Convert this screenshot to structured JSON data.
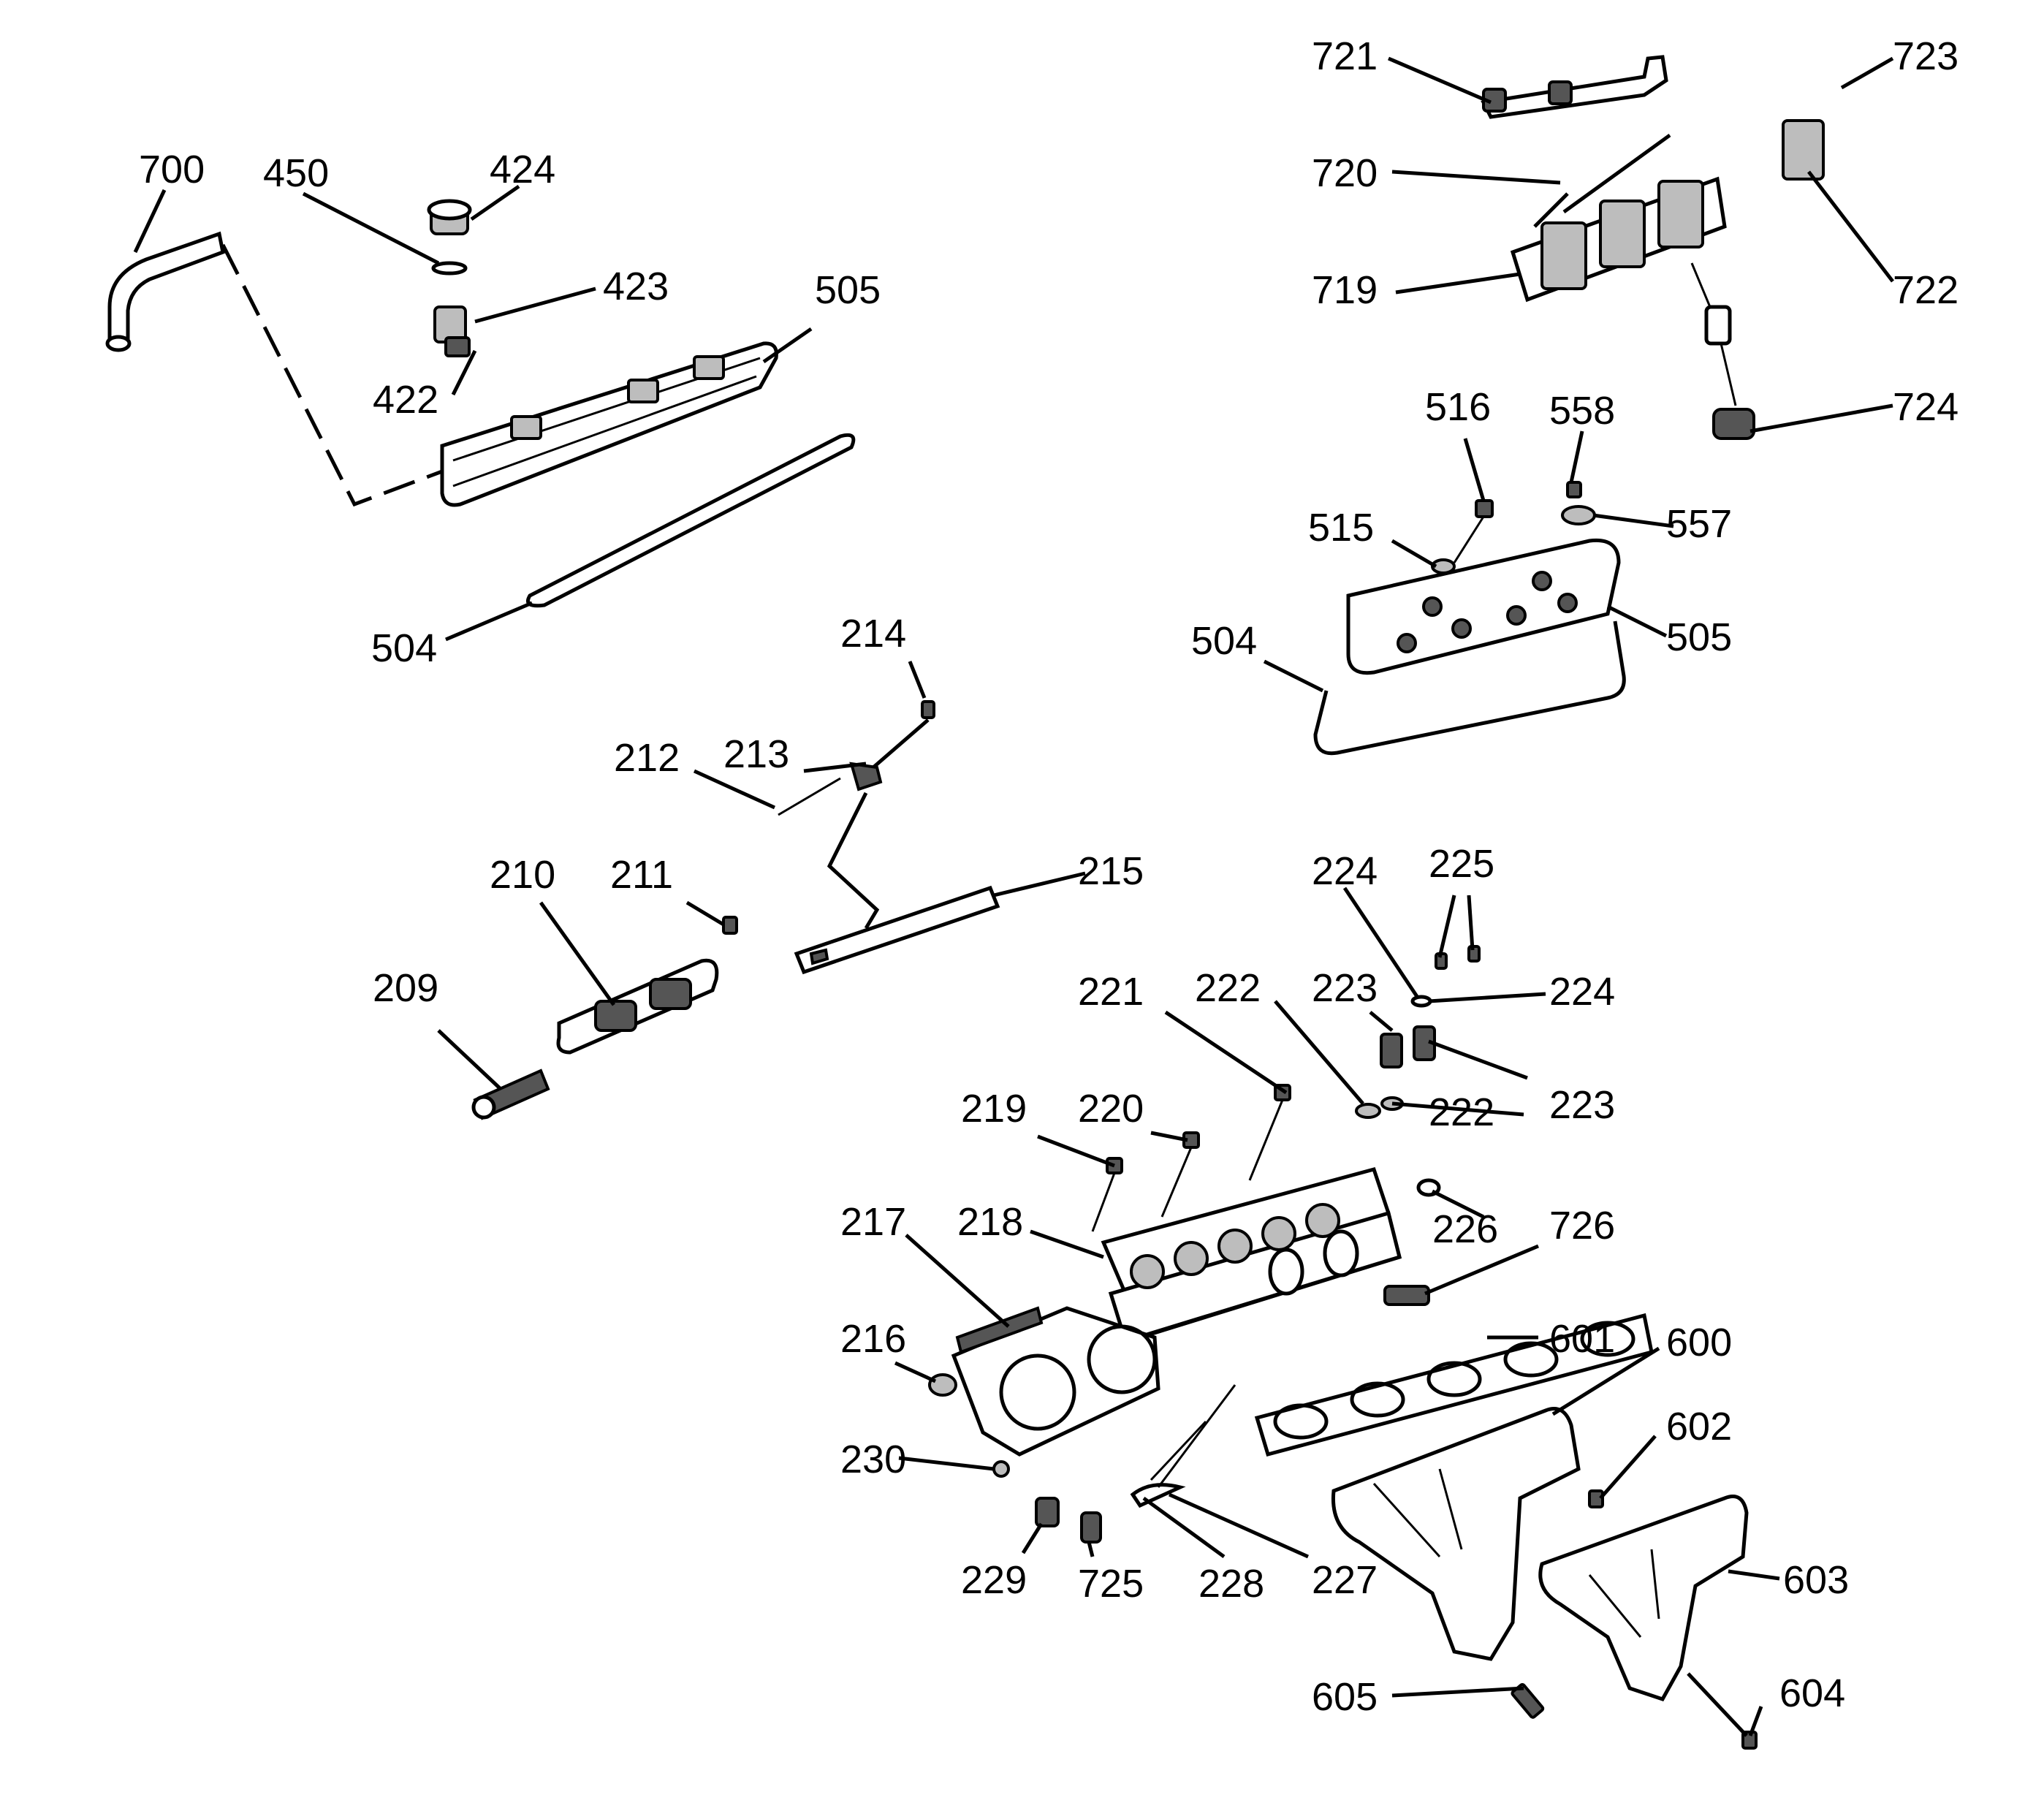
{
  "labels": {
    "p700": "700",
    "p450": "450",
    "p424": "424",
    "p423": "423",
    "p422": "422",
    "p505a": "505",
    "p504a": "504",
    "p721": "721",
    "p723": "723",
    "p720": "720",
    "p719": "719",
    "p722": "722",
    "p724": "724",
    "p516": "516",
    "p558": "558",
    "p515": "515",
    "p557": "557",
    "p504b": "504",
    "p505b": "505",
    "p214": "214",
    "p213": "213",
    "p212": "212",
    "p210": "210",
    "p211": "211",
    "p215": "215",
    "p209": "209",
    "p224a": "224",
    "p225": "225",
    "p224b": "224",
    "p221": "221",
    "p222a": "222",
    "p223a": "223",
    "p223b": "223",
    "p222b": "222",
    "p219": "219",
    "p220": "220",
    "p217": "217",
    "p218": "218",
    "p226": "226",
    "p726": "726",
    "p216": "216",
    "p601": "601",
    "p600": "600",
    "p230": "230",
    "p602": "602",
    "p229": "229",
    "p725": "725",
    "p228": "228",
    "p227": "227",
    "p603": "603",
    "p605": "605",
    "p604": "604"
  }
}
